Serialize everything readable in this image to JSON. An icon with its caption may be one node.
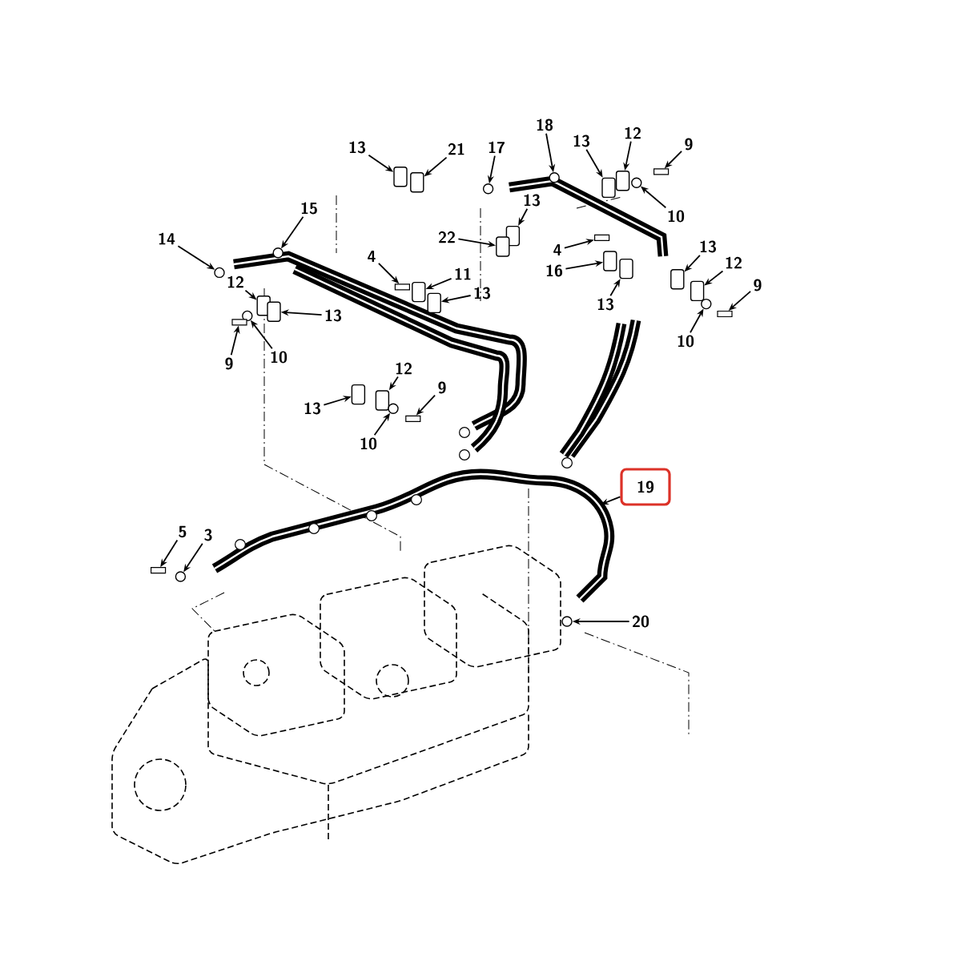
{
  "diagram": {
    "nodes": [
      {
        "text": [
          "18"
        ]
      },
      {
        "text": [
          "12"
        ]
      },
      {
        "text": [
          "13"
        ]
      },
      {
        "text": [
          "9"
        ]
      },
      {
        "text": [
          "13"
        ]
      },
      {
        "text": [
          "21"
        ]
      },
      {
        "text": [
          "17"
        ]
      },
      {
        "text": [
          "13"
        ]
      },
      {
        "text": [
          "15"
        ]
      },
      {
        "text": [
          "10"
        ]
      },
      {
        "text": [
          "22"
        ]
      },
      {
        "text": [
          "14"
        ]
      },
      {
        "text": [
          "13"
        ]
      },
      {
        "text": [
          "4"
        ]
      },
      {
        "text": [
          "4"
        ]
      },
      {
        "text": [
          "12"
        ]
      },
      {
        "text": [
          "16"
        ]
      },
      {
        "text": [
          "11"
        ]
      },
      {
        "text": [
          "12"
        ]
      },
      {
        "text": [
          "9"
        ]
      },
      {
        "text": [
          "13"
        ]
      },
      {
        "text": [
          "13"
        ]
      },
      {
        "text": [
          "13"
        ]
      },
      {
        "text": [
          "10"
        ]
      },
      {
        "text": [
          "10"
        ]
      },
      {
        "text": [
          "9"
        ]
      },
      {
        "text": [
          "12"
        ]
      },
      {
        "text": [
          "9"
        ]
      },
      {
        "text": [
          "13"
        ]
      },
      {
        "text": [
          "10"
        ]
      },
      {
        "text": [
          "19"
        ]
      },
      {
        "text": [
          "5"
        ]
      },
      {
        "text": [
          "3"
        ]
      },
      {
        "text": [
          "20"
        ]
      },
      {
        "text": [],
        "shape": "circle"
      },
      {
        "text": [],
        "shape": "box"
      },
      {
        "text": [],
        "shape": "box"
      },
      {
        "text": [],
        "shape": "bar"
      },
      {
        "text": [],
        "shape": "box"
      },
      {
        "text": [],
        "shape": "box"
      },
      {
        "text": [],
        "shape": "circle"
      },
      {
        "text": [],
        "shape": "box"
      },
      {
        "text": [],
        "shape": "circle"
      },
      {
        "text": [],
        "shape": "circle"
      },
      {
        "text": [],
        "shape": "box"
      },
      {
        "text": [],
        "shape": "circle"
      },
      {
        "text": [],
        "shape": "box"
      },
      {
        "text": [],
        "shape": "bar"
      },
      {
        "text": [],
        "shape": "bar"
      },
      {
        "text": [],
        "shape": "box"
      },
      {
        "text": [],
        "shape": "box"
      },
      {
        "text": [],
        "shape": "box"
      },
      {
        "text": [],
        "shape": "box"
      },
      {
        "text": [],
        "shape": "bar"
      },
      {
        "text": [],
        "shape": "box"
      },
      {
        "text": [],
        "shape": "box"
      },
      {
        "text": [],
        "shape": "box"
      },
      {
        "text": [],
        "shape": "circle"
      },
      {
        "text": [],
        "shape": "circle"
      },
      {
        "text": [],
        "shape": "bar"
      },
      {
        "text": [],
        "shape": "box"
      },
      {
        "text": [],
        "shape": "bar"
      },
      {
        "text": [],
        "shape": "box"
      },
      {
        "text": [],
        "shape": "circle"
      },
      {
        "text": [],
        "shape": "bar"
      },
      {
        "text": [],
        "shape": "circle"
      },
      {
        "text": [],
        "shape": "circle"
      }
    ],
    "edges": [
      {
        "from": 0,
        "to": 34,
        "arrow": "to"
      },
      {
        "from": 1,
        "to": 35,
        "arrow": "to"
      },
      {
        "from": 2,
        "to": 36,
        "arrow": "to"
      },
      {
        "from": 3,
        "to": 37,
        "arrow": "to"
      },
      {
        "from": 4,
        "to": 38,
        "arrow": "to"
      },
      {
        "from": 5,
        "to": 39,
        "arrow": "to"
      },
      {
        "from": 6,
        "to": 40,
        "arrow": "to"
      },
      {
        "from": 7,
        "to": 41,
        "arrow": "to"
      },
      {
        "from": 8,
        "to": 42,
        "arrow": "to"
      },
      {
        "from": 9,
        "to": 43,
        "arrow": "to"
      },
      {
        "from": 10,
        "to": 44,
        "arrow": "to"
      },
      {
        "from": 11,
        "to": 45,
        "arrow": "to"
      },
      {
        "from": 12,
        "to": 46,
        "arrow": "to"
      },
      {
        "from": 13,
        "to": 47,
        "arrow": "to"
      },
      {
        "from": 14,
        "to": 48,
        "arrow": "to"
      },
      {
        "from": 15,
        "to": 49,
        "arrow": "to"
      },
      {
        "from": 16,
        "to": 50,
        "arrow": "to"
      },
      {
        "from": 17,
        "to": 51,
        "arrow": "to"
      },
      {
        "from": 18,
        "to": 52,
        "arrow": "to"
      },
      {
        "from": 19,
        "to": 53,
        "arrow": "to"
      },
      {
        "from": 20,
        "to": 54,
        "arrow": "to"
      },
      {
        "from": 21,
        "to": 55,
        "arrow": "to"
      },
      {
        "from": 22,
        "to": 56,
        "arrow": "to"
      },
      {
        "from": 23,
        "to": 57,
        "arrow": "to"
      },
      {
        "from": 24,
        "to": 58,
        "arrow": "to"
      },
      {
        "from": 25,
        "to": 59,
        "arrow": "to"
      },
      {
        "from": 26,
        "to": 60,
        "arrow": "to"
      },
      {
        "from": 27,
        "to": 61,
        "arrow": "to"
      },
      {
        "from": 28,
        "to": 62,
        "arrow": "to"
      },
      {
        "from": 29,
        "to": 63,
        "arrow": "to"
      },
      {
        "from": 30,
        "to": null,
        "arrow": "to"
      },
      {
        "from": 31,
        "to": 64,
        "arrow": "to"
      },
      {
        "from": 32,
        "to": 65,
        "arrow": "to"
      },
      {
        "from": 33,
        "to": 66,
        "arrow": "to"
      }
    ]
  }
}
